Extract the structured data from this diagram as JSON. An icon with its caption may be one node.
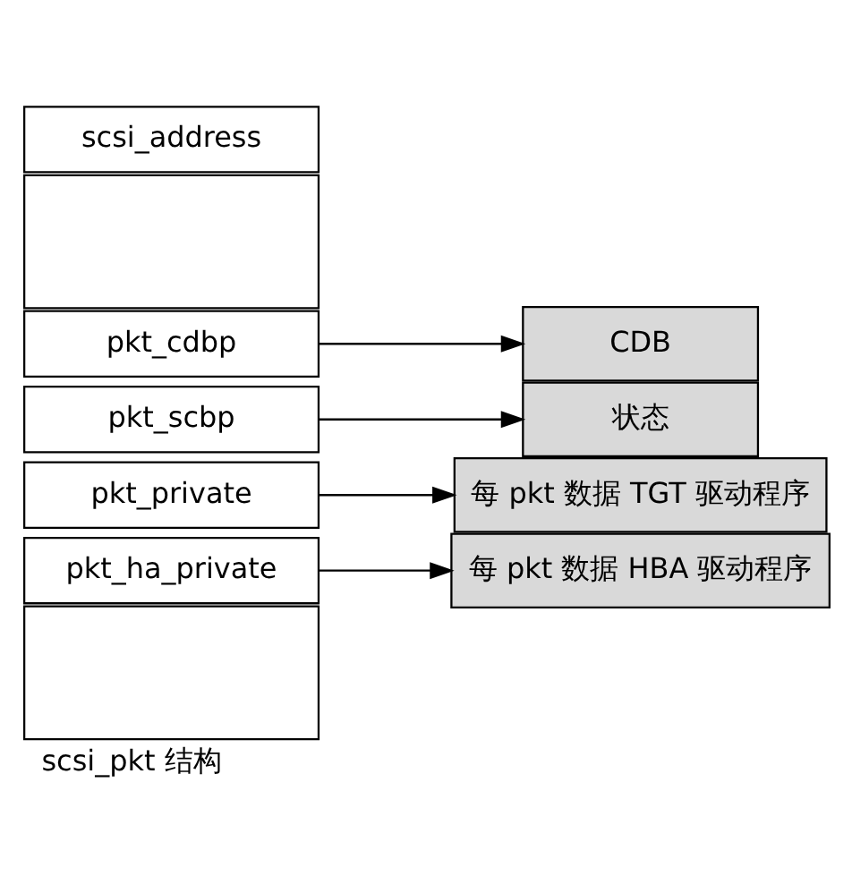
{
  "diagram": {
    "caption": "scsi_pkt 结构",
    "nodes": [
      {
        "text": [
          "scsi_address"
        ]
      },
      {
        "text": [],
        "shape": "box"
      },
      {
        "text": [
          "pkt_cdbp"
        ]
      },
      {
        "text": [
          "pkt_scbp"
        ]
      },
      {
        "text": [
          "pkt_private"
        ]
      },
      {
        "text": [
          "pkt_ha_private"
        ]
      },
      {
        "text": [],
        "shape": "box"
      },
      {
        "text": [
          "CDB"
        ]
      },
      {
        "text": [
          "状态"
        ]
      },
      {
        "text": [
          "每 pkt 数据 TGT 驱动程序"
        ]
      },
      {
        "text": [
          "每 pkt 数据 HBA 驱动程序"
        ]
      }
    ],
    "edges": [
      {
        "from": 2,
        "to": 7,
        "arrow": "to"
      },
      {
        "from": 3,
        "to": 8,
        "arrow": "to"
      },
      {
        "from": 4,
        "to": 9,
        "arrow": "to"
      },
      {
        "from": 5,
        "to": 10,
        "arrow": "to"
      }
    ]
  }
}
